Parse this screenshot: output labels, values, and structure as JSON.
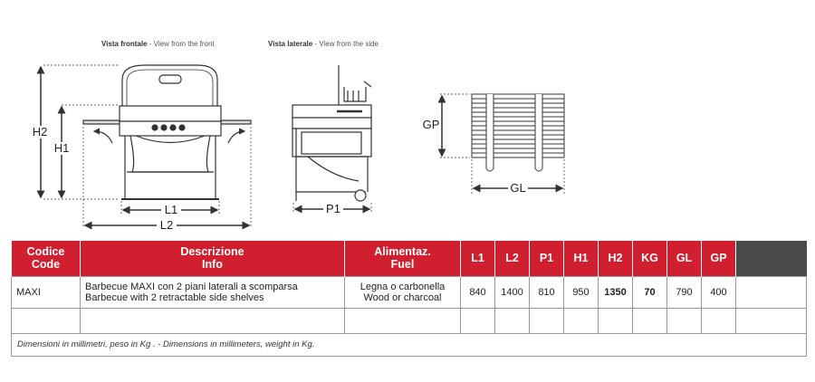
{
  "captions": {
    "front_it": "Vista frontale",
    "front_en": "View from the front",
    "side_it": "Vista laterale",
    "side_en": "View from the side",
    "separator": " - "
  },
  "dimension_labels": {
    "h2": "H2",
    "h1": "H1",
    "l1": "L1",
    "l2": "L2",
    "p1": "P1",
    "gp": "GP",
    "gl": "GL"
  },
  "table": {
    "headers": {
      "code_it": "Codice",
      "code_en": "Code",
      "desc_it": "Descrizione",
      "desc_en": "Info",
      "fuel_it": "Alimentaz.",
      "fuel_en": "Fuel",
      "l1": "L1",
      "l2": "L2",
      "p1": "P1",
      "h1": "H1",
      "h2": "H2",
      "kg": "KG",
      "gl": "GL",
      "gp": "GP"
    },
    "row": {
      "code": "MAXI",
      "desc_it": "Barbecue MAXI  con 2 piani laterali a scomparsa",
      "desc_en": "Barbecue with 2 retractable side shelves",
      "fuel_it": "Legna o carbonella",
      "fuel_en": "Wood or charcoal",
      "l1": "840",
      "l2": "1400",
      "p1": "810",
      "h1": "950",
      "h2": "1350",
      "kg": "70",
      "gl": "790",
      "gp": "400"
    },
    "footnote": "Dimensioni in millimetri, peso in Kg . - Dimensions in millimeters, weight in Kg."
  },
  "colors": {
    "header_red": "#d01f2e",
    "header_dark": "#4a4a4a",
    "line": "#333333"
  }
}
